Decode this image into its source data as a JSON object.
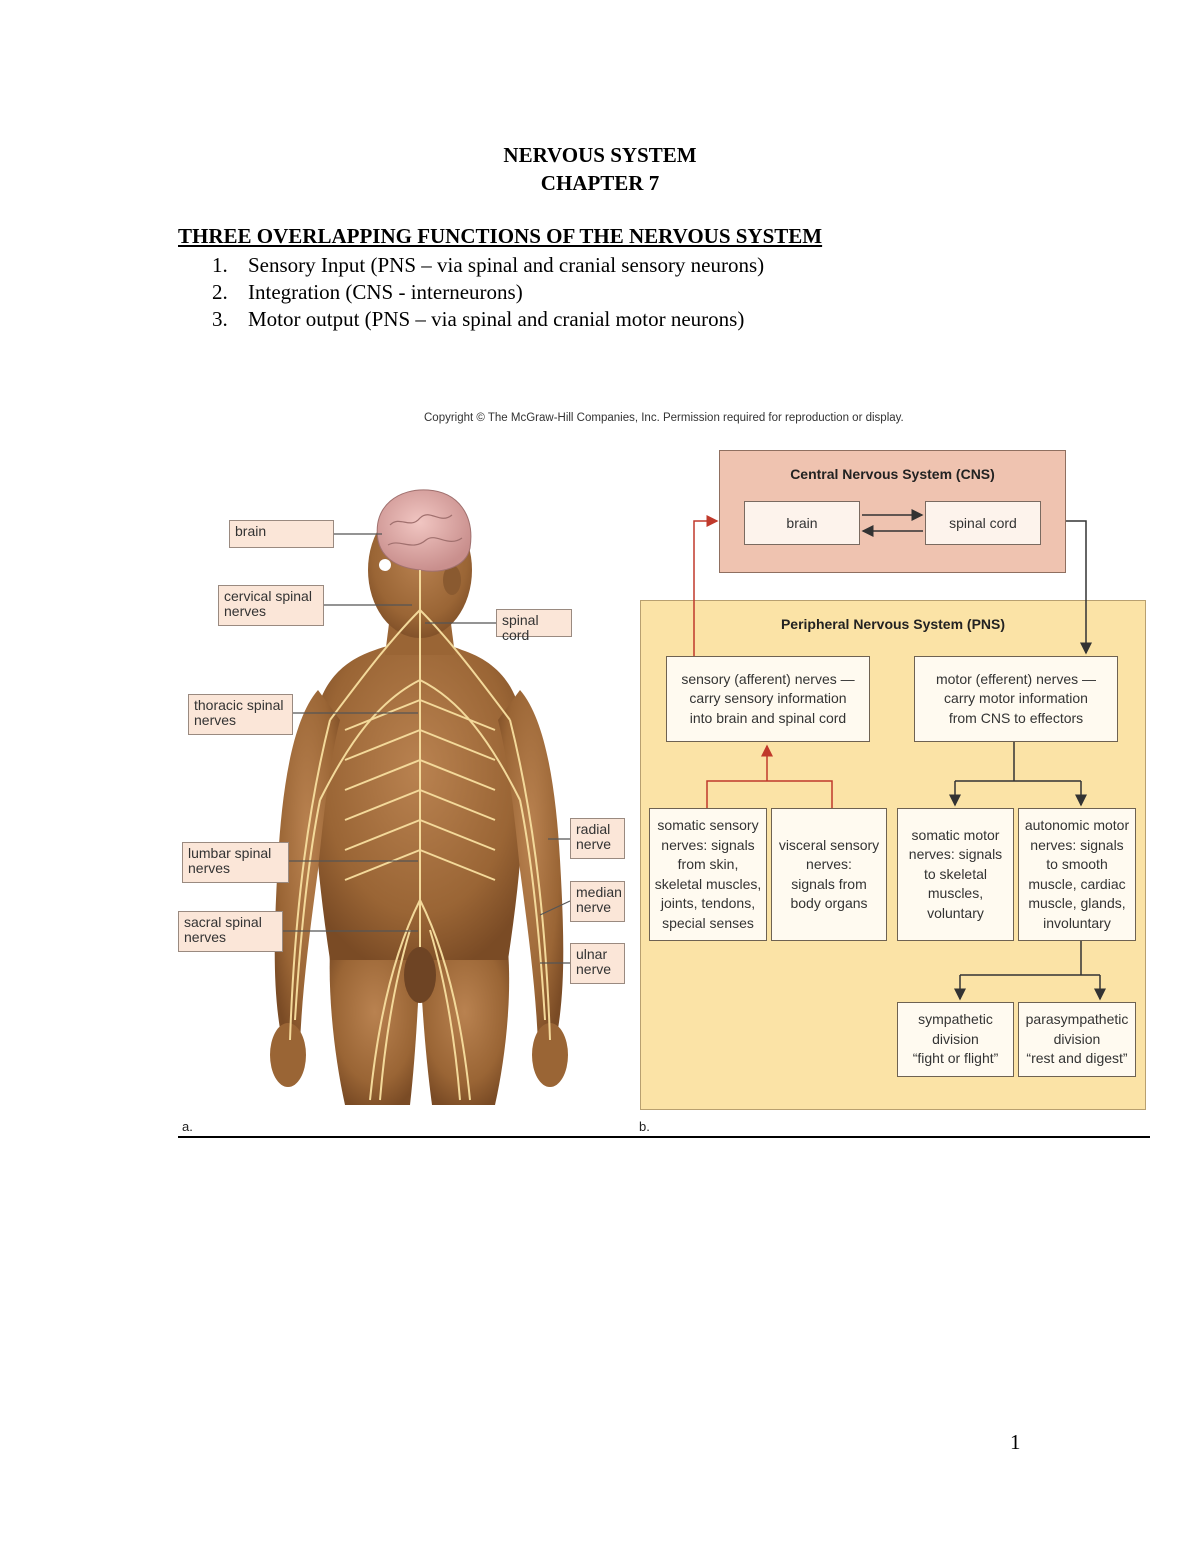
{
  "header": {
    "title_line1": "NERVOUS SYSTEM",
    "title_line2": "CHAPTER 7"
  },
  "section": {
    "heading": "THREE OVERLAPPING FUNCTIONS OF THE NERVOUS SYSTEM",
    "items": [
      {
        "num": "1.",
        "text": "Sensory Input (PNS – via spinal and cranial sensory neurons)"
      },
      {
        "num": "2.",
        "text": "Integration (CNS - interneurons)"
      },
      {
        "num": "3.",
        "text": "Motor output (PNS – via spinal and cranial motor neurons)"
      }
    ]
  },
  "figure": {
    "copyright": "Copyright © The McGraw-Hill Companies, Inc. Permission required for reproduction or display.",
    "panel_a": {
      "label": "a.",
      "labels": {
        "brain": "brain",
        "cervical": "cervical spinal\nnerves",
        "spinal_cord": "spinal cord",
        "thoracic": "thoracic spinal\nnerves",
        "lumbar": "lumbar spinal\nnerves",
        "sacral": "sacral spinal\nnerves",
        "radial": "radial\nnerve",
        "median": "median\nnerve",
        "ulnar": "ulnar\nnerve"
      }
    },
    "panel_b": {
      "label": "b.",
      "cns_title": "Central Nervous System (CNS)",
      "cns_brain": "brain",
      "cns_spinal_cord": "spinal cord",
      "pns_title": "Peripheral Nervous System (PNS)",
      "sensory": "sensory (afferent) nerves —\ncarry sensory information\ninto brain and spinal cord",
      "motor": "motor (efferent) nerves —\ncarry motor information\nfrom CNS to effectors",
      "somatic_sensory": "somatic sensory\nnerves: signals\nfrom skin,\nskeletal muscles,\njoints, tendons,\nspecial senses",
      "visceral_sensory": "visceral sensory\nnerves:\nsignals from\nbody organs",
      "somatic_motor": "somatic motor\nnerves: signals\nto skeletal\nmuscles,\nvoluntary",
      "autonomic_motor": "autonomic motor\nnerves: signals\nto smooth\nmuscle, cardiac\nmuscle, glands,\ninvoluntary",
      "sympathetic": "sympathetic\ndivision\n“fight or flight”",
      "parasympathetic": "parasympathetic\ndivision\n“rest and digest”"
    },
    "colors": {
      "cns_fill": "#efc3b0",
      "pns_fill": "#fbe3a6",
      "sensory_arrow": "#c0392b",
      "skin": "#a8703f",
      "nerve": "#f3d99a"
    }
  },
  "footer": {
    "page_number": "1"
  }
}
